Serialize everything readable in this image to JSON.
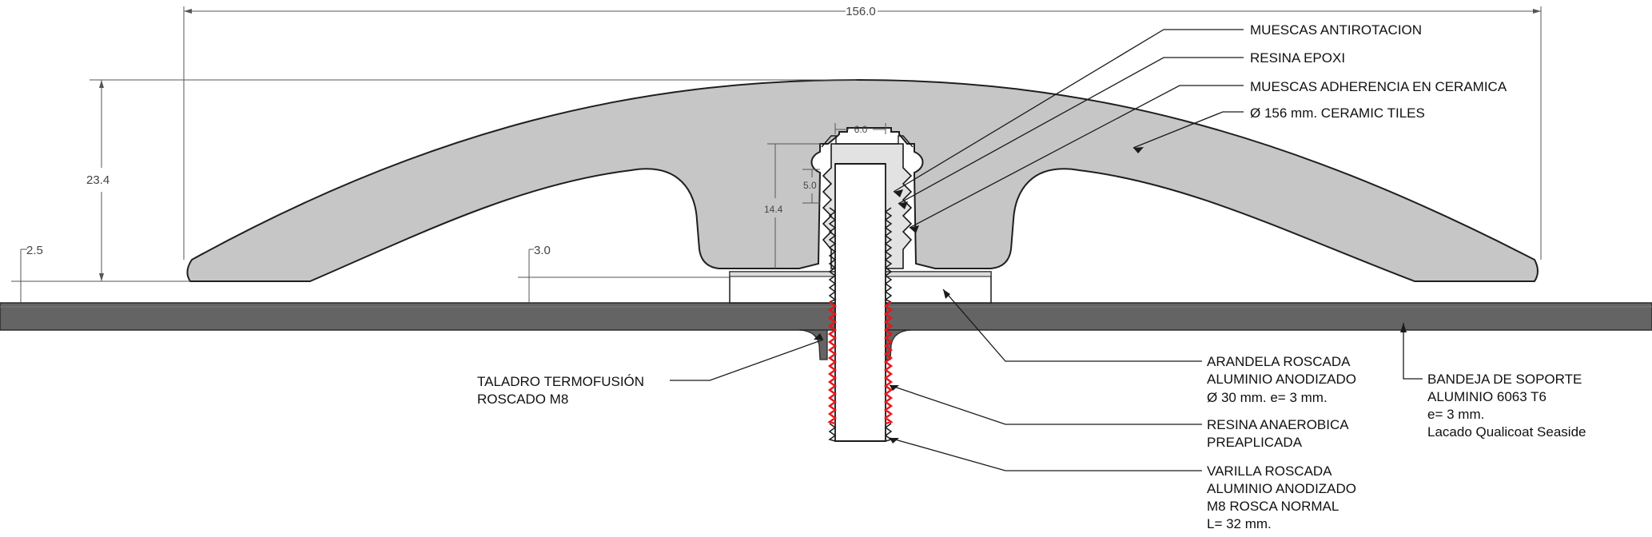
{
  "dimensions": {
    "overall_width": "156.0",
    "overall_height": "23.4",
    "edge_thickness": "2.5",
    "washer_thickness": "3.0",
    "boss_width": "6.0",
    "groove_pitch": "5.0",
    "boss_height": "14.4"
  },
  "callouts": {
    "muescas_antirotacion": "MUESCAS ANTIROTACION",
    "resina_epoxi": "RESINA EPOXI",
    "muescas_adherencia": "MUESCAS ADHERENCIA EN CERAMICA",
    "ceramic_tiles": "Ø 156 mm. CERAMIC TILES",
    "taladro": [
      "TALADRO TERMOFUSIÓN",
      "ROSCADO M8"
    ],
    "arandela": [
      "ARANDELA ROSCADA",
      "ALUMINIO ANODIZADO",
      "Ø 30 mm. e= 3 mm."
    ],
    "resina_anaerobica": [
      "RESINA ANAEROBICA",
      "PREAPLICADA"
    ],
    "varilla": [
      "VARILLA ROSCADA",
      "ALUMINIO ANODIZADO",
      "M8 ROSCA NORMAL",
      "L= 32 mm."
    ],
    "bandeja": [
      "BANDEJA DE SOPORTE",
      "ALUMINIO 6063 T6",
      "e= 3 mm.",
      "Lacado Qualicoat Seaside"
    ]
  },
  "colors": {
    "tile": "#c6c6c6",
    "tray": "#646464",
    "boss": "#e2e2e2",
    "resin": "#e8141b",
    "line": "#222222"
  }
}
